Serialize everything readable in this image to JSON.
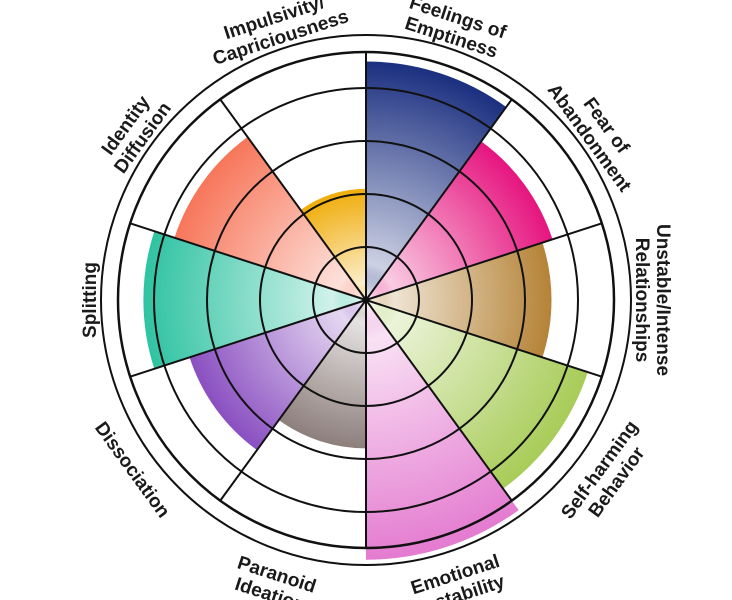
{
  "chart_data": {
    "type": "radial_bar",
    "max": 5,
    "rings": 5,
    "categories": [
      {
        "label": "Feelings of Emptiness",
        "lines": [
          "Feelings of",
          "Emptiness"
        ],
        "value": 4.5,
        "color": "#1b2f80"
      },
      {
        "label": "Fear of Abandonment",
        "lines": [
          "Fear of",
          "Abandonment"
        ],
        "value": 3.7,
        "color": "#e6157f"
      },
      {
        "label": "Unstable/Intense Relationships",
        "lines": [
          "Unstable/Intense",
          "Relationships"
        ],
        "value": 3.5,
        "color": "#b58337"
      },
      {
        "label": "Self-harming Behavior",
        "lines": [
          "Self-harming",
          "Behavior"
        ],
        "value": 4.4,
        "color": "#a8cc58"
      },
      {
        "label": "Emotional Instability",
        "lines": [
          "Emotional",
          "Instability"
        ],
        "value": 4.9,
        "color": "#e47bd0"
      },
      {
        "label": "Paranoid Ideation",
        "lines": [
          "Paranoid",
          "Ideation"
        ],
        "value": 2.8,
        "color": "#8d7f7c"
      },
      {
        "label": "Dissociation",
        "lines": [
          "Dissociation"
        ],
        "value": 3.5,
        "color": "#8a4fc1"
      },
      {
        "label": "Splitting",
        "lines": [
          "Splitting"
        ],
        "value": 4.2,
        "color": "#2fc3a2"
      },
      {
        "label": "Identity Diffusion",
        "lines": [
          "Identity",
          "Diffusion"
        ],
        "value": 3.8,
        "color": "#f7765a"
      },
      {
        "label": "Impulsivity/Capriciousness",
        "lines": [
          "Impulsivity/",
          "Capriciousness"
        ],
        "value": 2.1,
        "color": "#f0ad0c"
      }
    ],
    "title": "",
    "grid": true
  }
}
